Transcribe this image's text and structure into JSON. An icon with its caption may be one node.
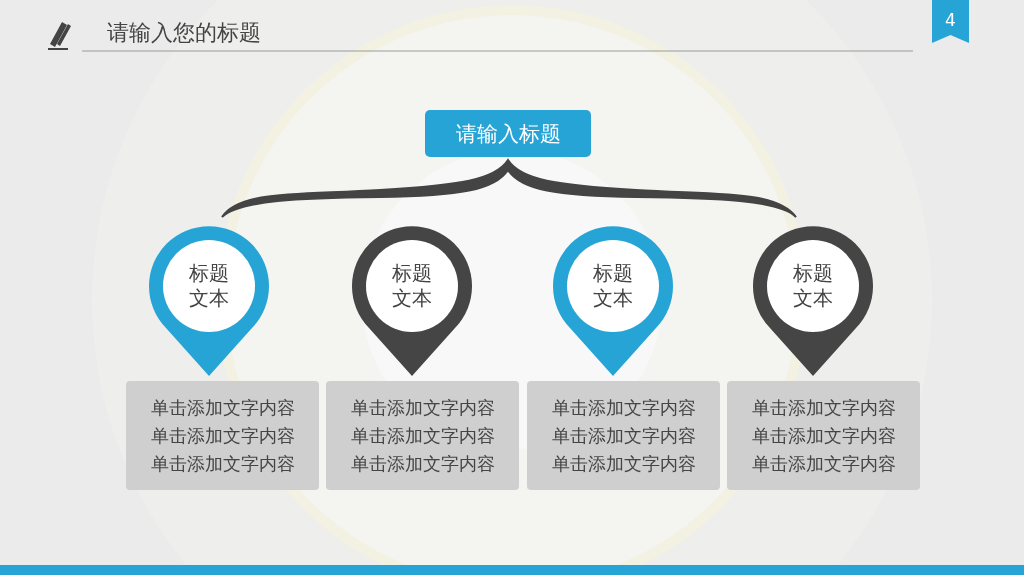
{
  "diagram": {
    "title": "请输入您的标题",
    "nodes": [
      {
        "text": [
          "请输入标题"
        ]
      },
      {
        "text": [
          "标题文本"
        ]
      },
      {
        "text": [
          "标题文本"
        ]
      },
      {
        "text": [
          "标题文本"
        ]
      },
      {
        "text": [
          "标题文本"
        ]
      },
      {
        "text": [
          "单击添加文字内容",
          "单击添加文字内容",
          "单击添加文字内容"
        ]
      },
      {
        "text": [
          "单击添加文字内容",
          "单击添加文字内容",
          "单击添加文字内容"
        ]
      },
      {
        "text": [
          "单击添加文字内容",
          "单击添加文字内容",
          "单击添加文字内容"
        ]
      },
      {
        "text": [
          "单击添加文字内容",
          "单击添加文字内容",
          "单击添加文字内容"
        ]
      },
      {
        "text": [],
        "shape": "bracket"
      }
    ],
    "labels": [
      "4"
    ]
  }
}
